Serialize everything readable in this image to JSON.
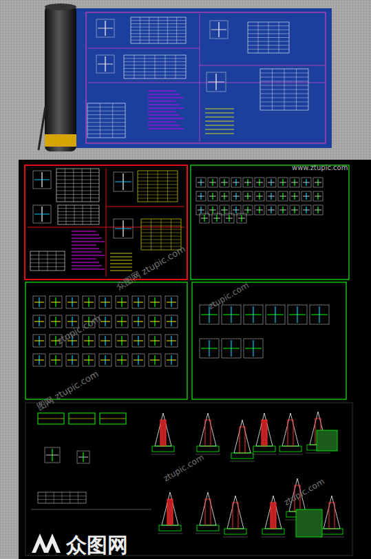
{
  "diagram": {
    "labels": [
      "www.ztupic.com",
      "众图网 ztupic.com",
      "ztupic.com",
      "ztupic.com",
      "图网 ztupic.com",
      "ztupic.com",
      "ztupic.com",
      "众图网"
    ]
  }
}
